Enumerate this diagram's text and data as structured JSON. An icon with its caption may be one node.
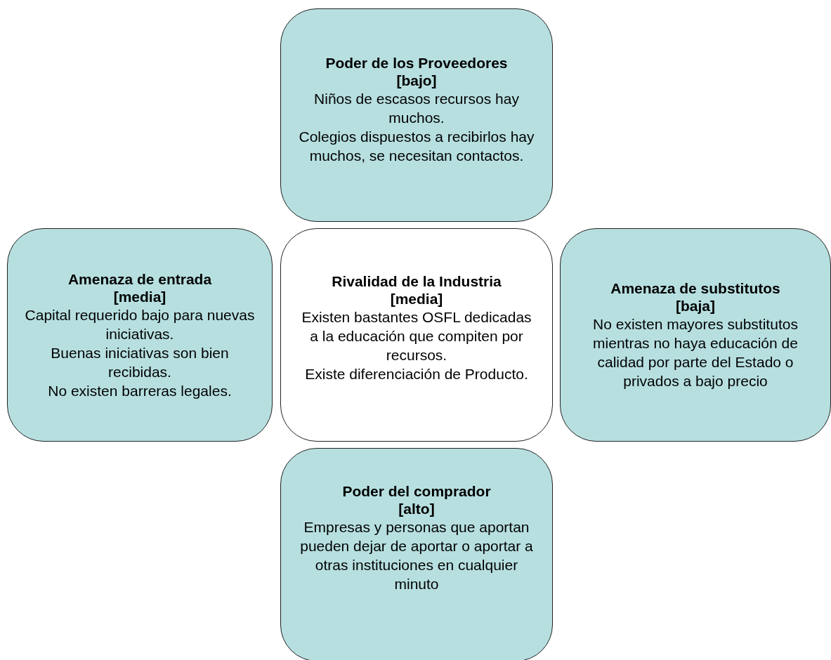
{
  "diagram": {
    "nodes": [
      {
        "text": [
          "Poder de los Proveedores",
          "[bajo]",
          "Niños de escasos recursos hay muchos.",
          "Colegios dispuestos a recibirlos hay muchos, se necesitan contactos."
        ]
      },
      {
        "text": [
          "Amenaza de entrada",
          "[media]",
          "Capital requerido bajo para nuevas iniciativas.",
          "Buenas iniciativas son bien recibidas.",
          "No existen barreras legales."
        ]
      },
      {
        "text": [
          "Rivalidad de la Industria",
          "[media]",
          "Existen bastantes OSFL dedicadas a la educación que compiten por recursos.",
          "Existe diferenciación de Producto."
        ]
      },
      {
        "text": [
          "Amenaza de substitutos",
          "[baja]",
          "No existen mayores substitutos mientras no haya educación de calidad por parte del Estado o privados a bajo precio"
        ]
      },
      {
        "text": [
          "Poder del comprador",
          "[alto]",
          "Empresas y personas que aportan pueden dejar de aportar o aportar a otras instituciones en cualquier minuto"
        ]
      }
    ]
  }
}
